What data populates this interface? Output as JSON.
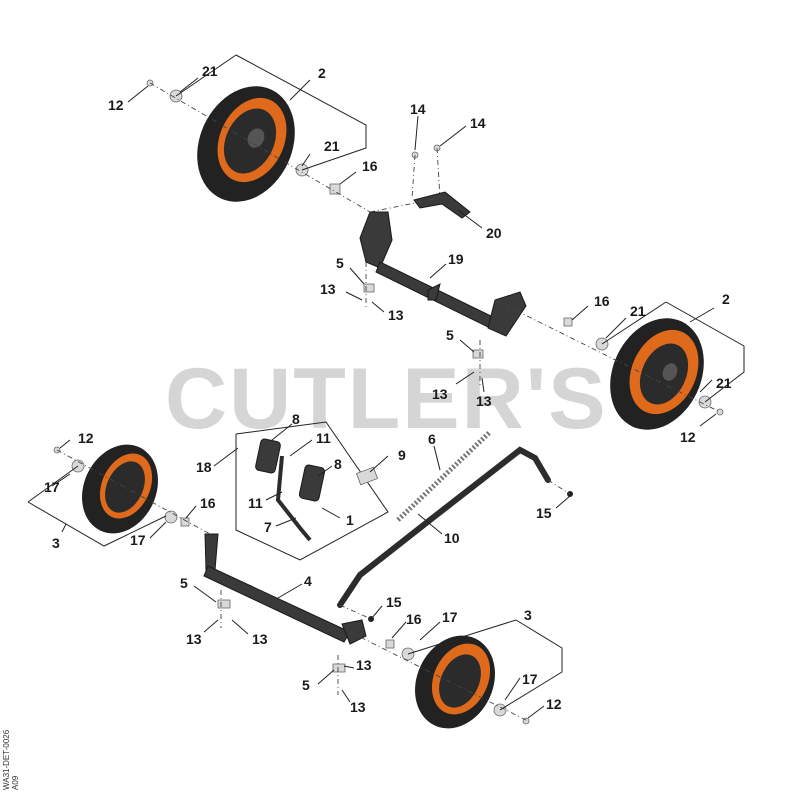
{
  "watermark": "CUTLER'S",
  "doc_id": "WA31-DET-0026",
  "doc_code": "A09",
  "callouts": [
    "1",
    "2",
    "3",
    "4",
    "5",
    "6",
    "7",
    "8",
    "9",
    "10",
    "11",
    "12",
    "13",
    "14",
    "15",
    "16",
    "17",
    "18",
    "19",
    "20",
    "21"
  ]
}
